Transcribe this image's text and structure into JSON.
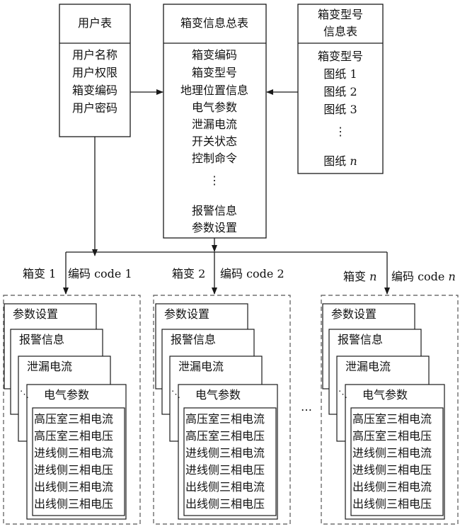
{
  "user_table": {
    "title": "用户表",
    "fields": [
      "用户名称",
      "用户权限",
      "箱变编码",
      "用户密码"
    ]
  },
  "master_table": {
    "title": "箱变信息总表",
    "fields": [
      "箱变编码",
      "箱变型号",
      "地理位置信息",
      "电气参数",
      "泄漏电流",
      "开关状态",
      "控制命令"
    ],
    "ellipsis": "⋮",
    "fields_after": [
      "报警信息",
      "参数设置"
    ]
  },
  "model_table": {
    "title_line1": "箱变型号",
    "title_line2": "信息表",
    "fields": [
      "箱变型号",
      "图纸 1",
      "图纸 2",
      "图纸 3"
    ],
    "ellipsis": "⋮",
    "last_field_prefix": "图纸 ",
    "last_field_var": "n"
  },
  "branches": [
    {
      "box_label": "箱变 1",
      "code_label": "编码 code 1"
    },
    {
      "box_label": "箱变 2",
      "code_label": "编码 code 2"
    },
    {
      "box_label_prefix": "箱变 ",
      "box_label_var": "n",
      "code_label_prefix": "编码 code ",
      "code_label_var": "n"
    }
  ],
  "card_stack": {
    "cards": [
      "参数设置",
      "报警信息",
      "泄漏电流",
      "电气参数"
    ],
    "electrical_items": [
      "高压室三相电流",
      "高压室三相电压",
      "进线侧三相电流",
      "进线侧三相电压",
      "出线侧三相电流",
      "出线侧三相电压"
    ]
  },
  "between_groups_ellipsis": "…",
  "colors": {
    "line": "#1a1a1a",
    "dashed_border": "#555555",
    "background": "#ffffff"
  }
}
